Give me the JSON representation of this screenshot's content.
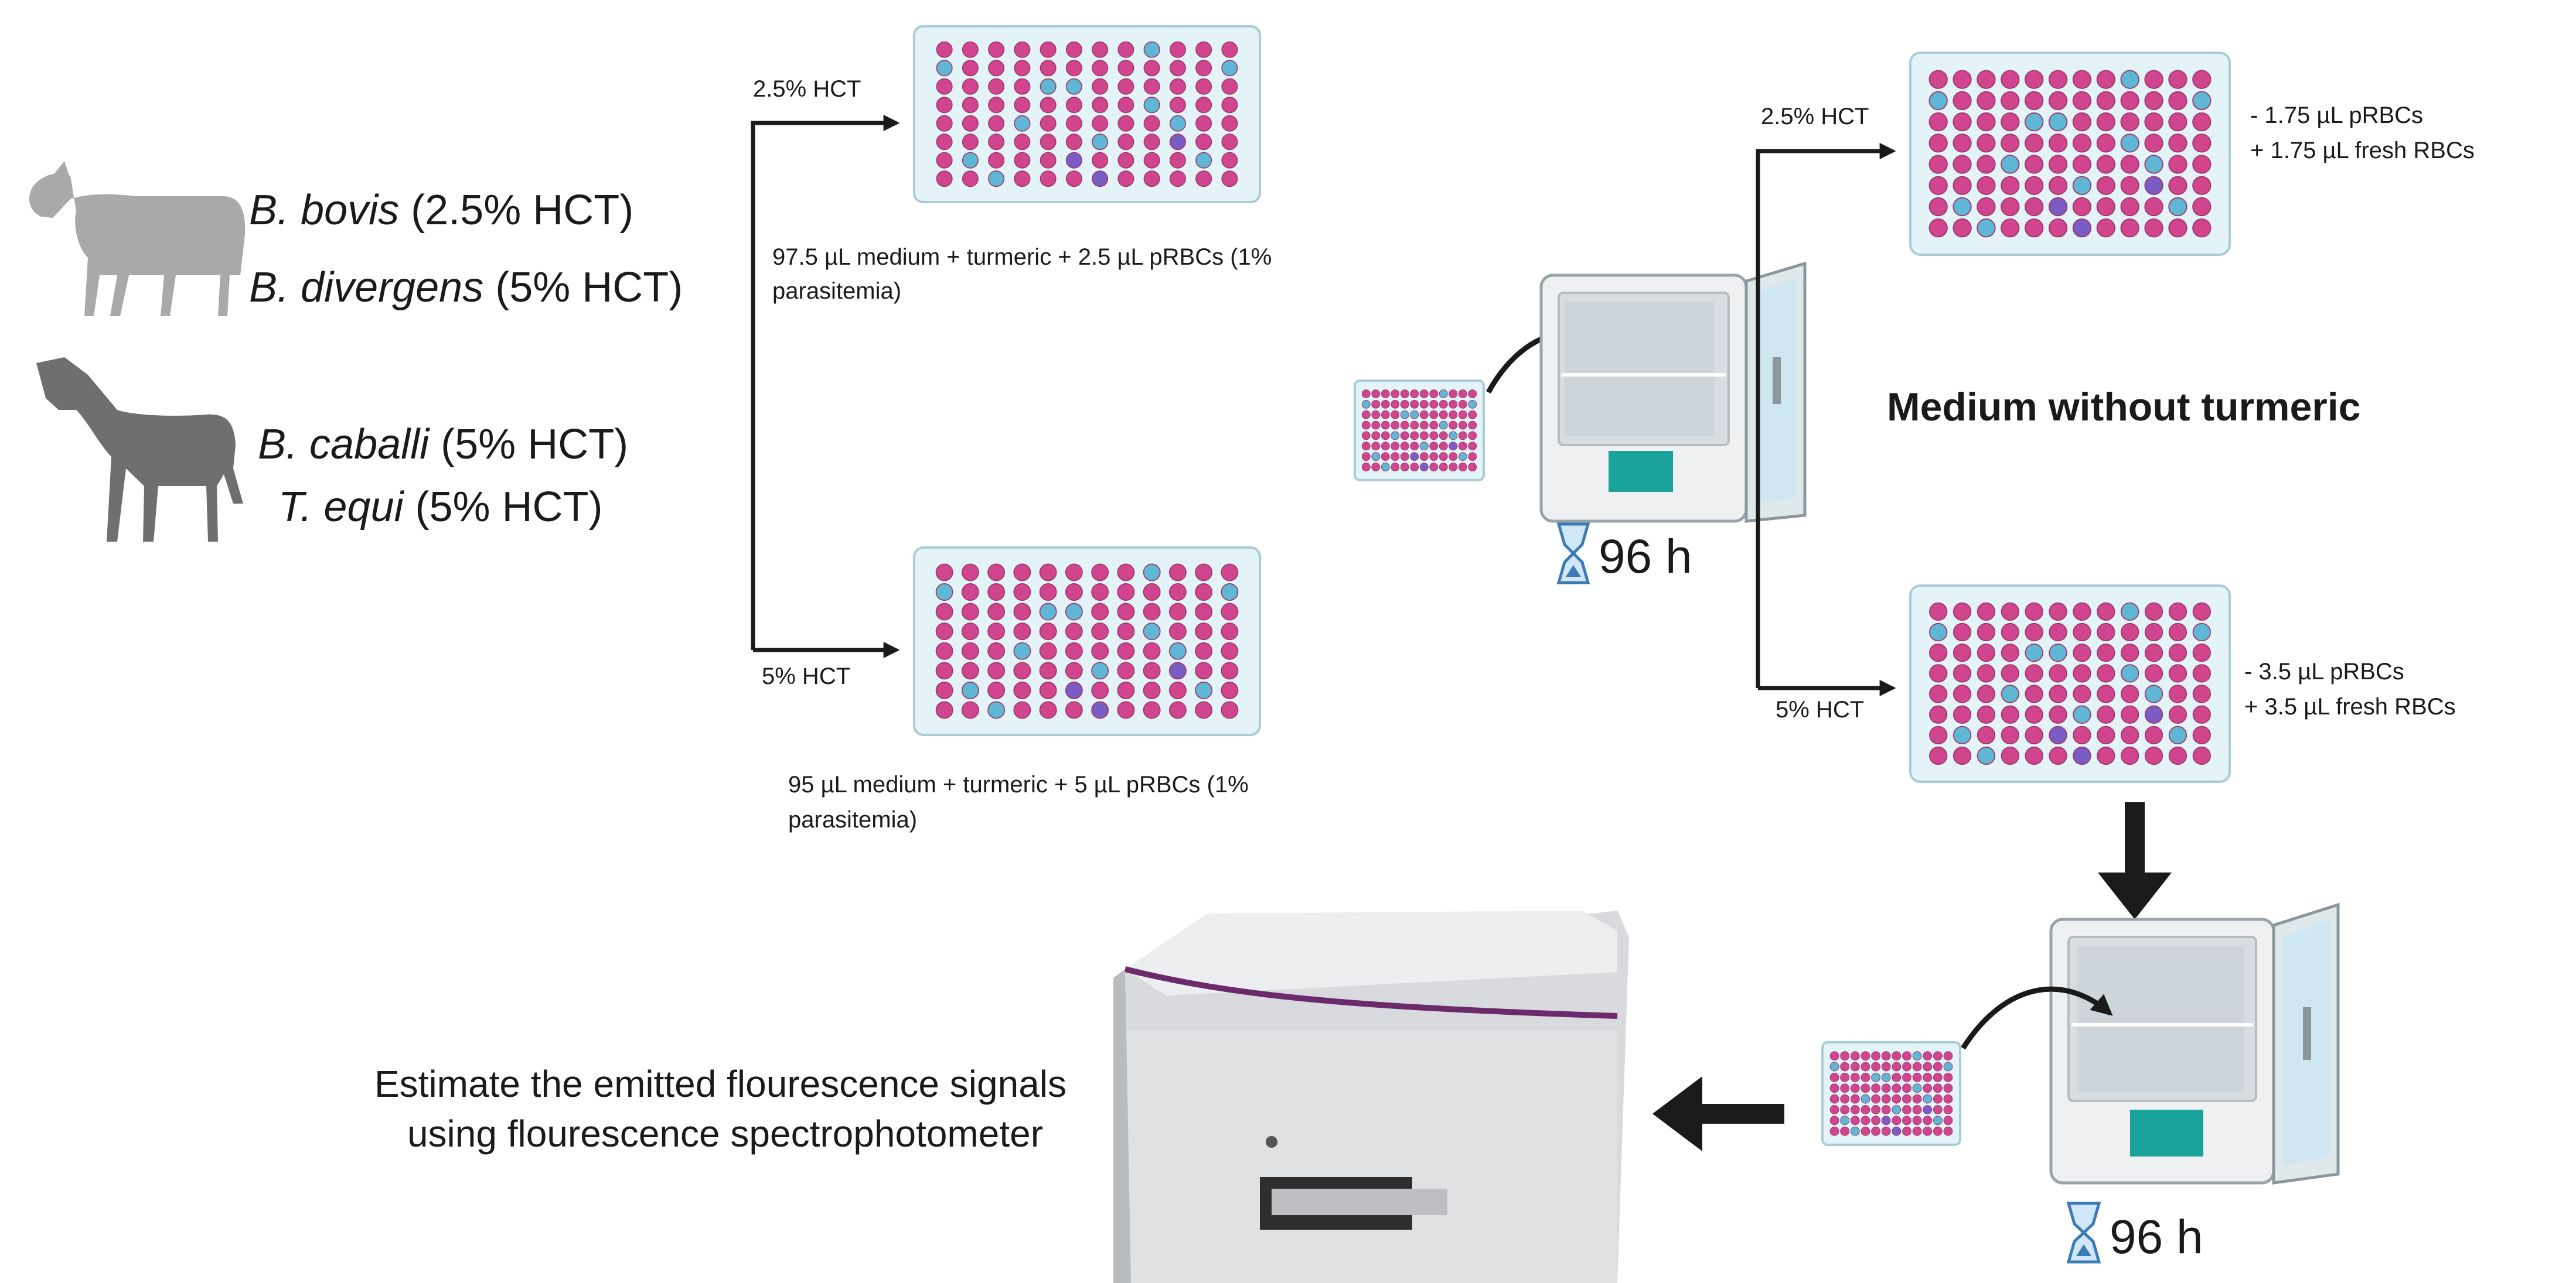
{
  "organisms": [
    {
      "species": "B. bovis",
      "condition": " (2.5% HCT)"
    },
    {
      "species": "B. divergens",
      "condition": " (5% HCT)"
    },
    {
      "species": "B. caballi",
      "condition": " (5% HCT)"
    },
    {
      "species": "T. equi",
      "condition": " (5% HCT)"
    }
  ],
  "branches": {
    "left_top_label": "2.5% HCT",
    "left_bottom_label": "5% HCT",
    "right_top_label": "2.5% HCT",
    "right_bottom_label": "5% HCT"
  },
  "plate_notes": {
    "top_line1": "97.5 µL medium + turmeric  + 2.5 µL pRBCs (1%",
    "top_line2": "parasitemia)",
    "bottom_line1": "95 µL medium  + turmeric + 5 µL pRBCs (1%",
    "bottom_line2": "parasitemia)"
  },
  "exchange_notes": {
    "top_line1": "- 1.75 µL  pRBCs",
    "top_line2": "+ 1.75 µL fresh RBCs",
    "bottom_line1": "- 3.5 µL  pRBCs",
    "bottom_line2": "+ 3.5 µL  fresh RBCs"
  },
  "incubation": {
    "first": "96 h",
    "second": "96 h"
  },
  "medium_heading": "Medium without turmeric",
  "readout": {
    "line1": "Estimate the emitted flourescence signals",
    "line2": "using flourescence spectrophotometer"
  },
  "colors": {
    "well_pink": "#d1458e",
    "well_blue": "#5fb7d5",
    "well_purple": "#7a5cc4",
    "plate_fill": "#e3f3f7",
    "plate_edge": "#a9ccd6",
    "arrow": "#1a1a1a",
    "incubator_teal": "#1aa39a",
    "cow": "#a9a9a9",
    "horse": "#6f6f6f",
    "instrument_line": "#6b2a6b"
  }
}
